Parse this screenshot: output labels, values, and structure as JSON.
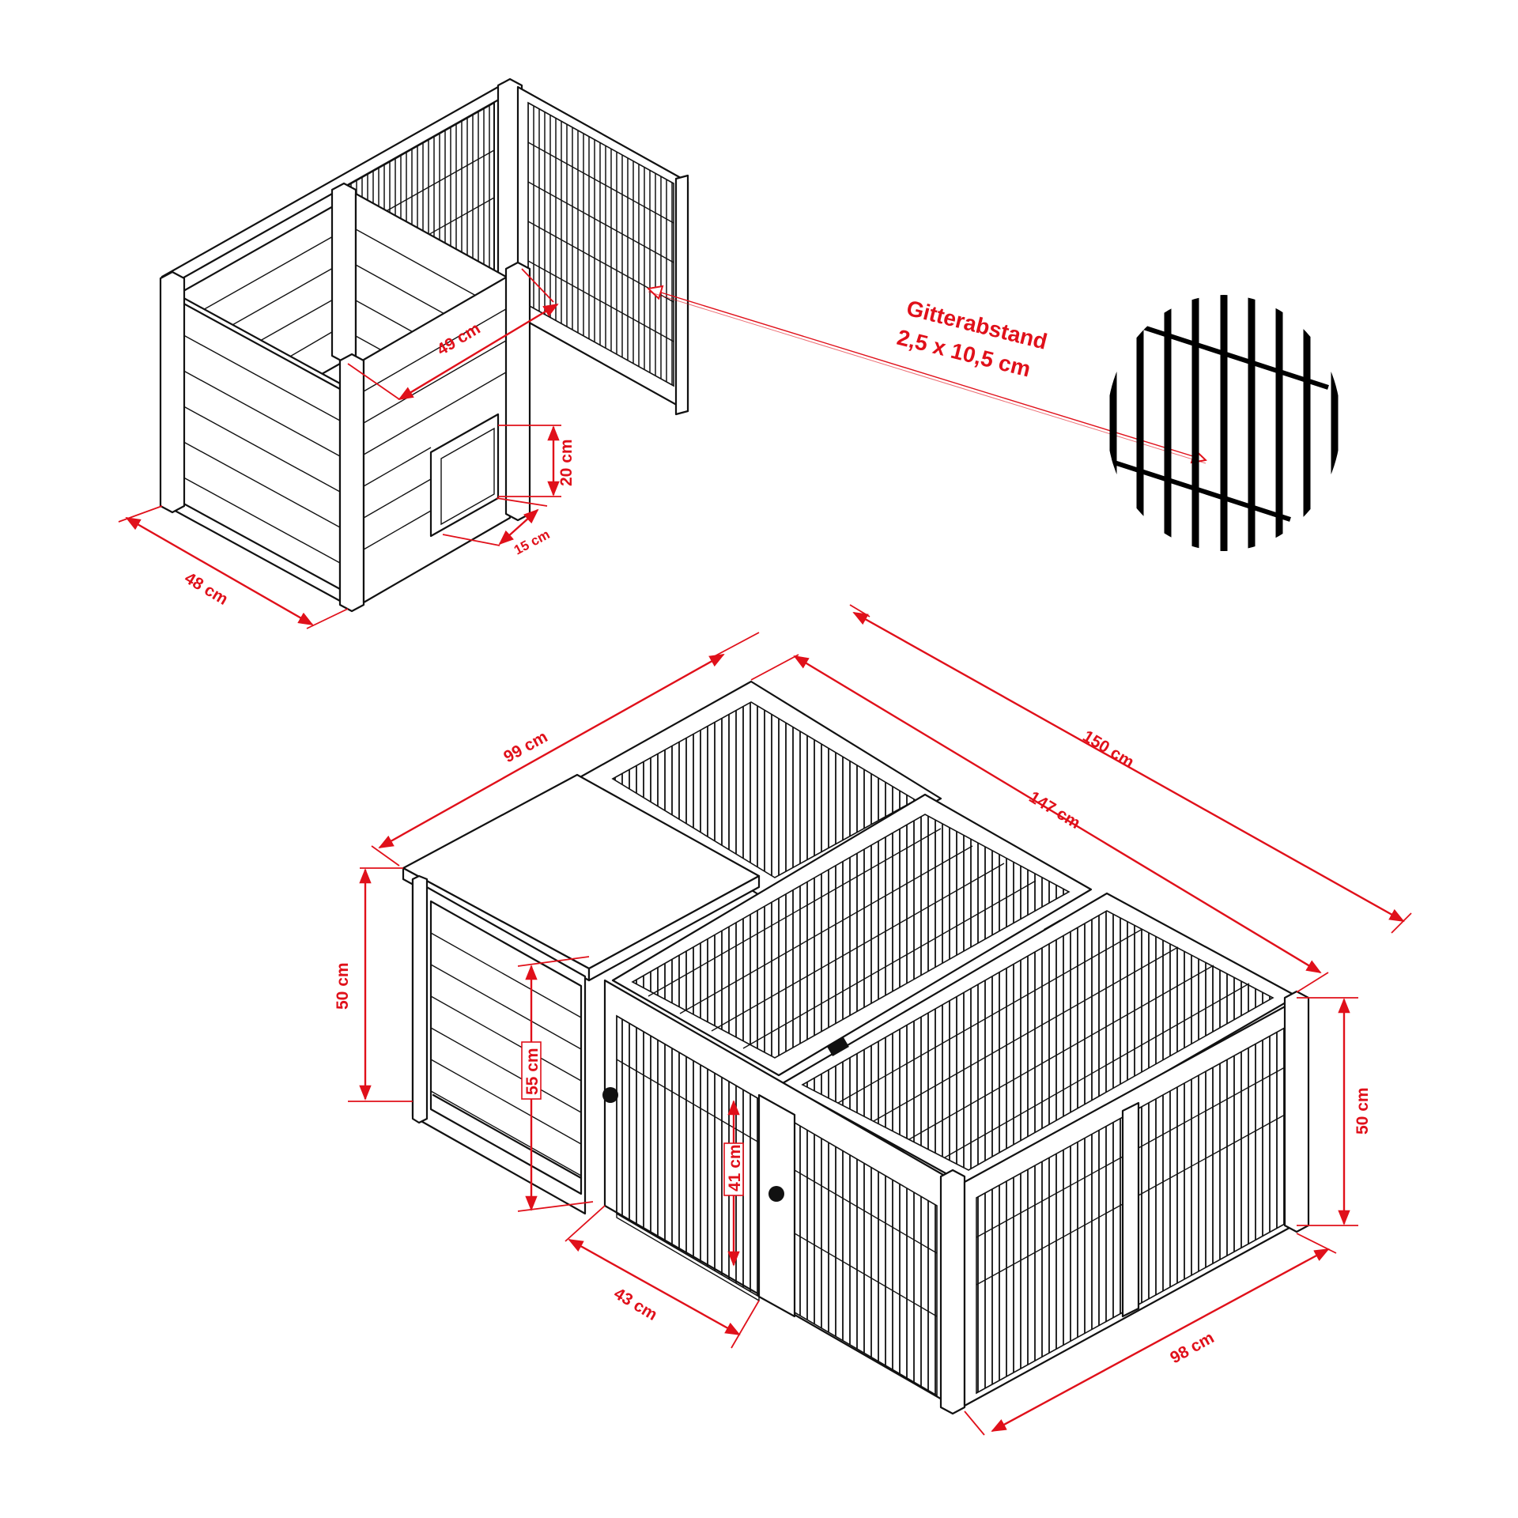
{
  "diagram": {
    "type": "product technical drawing (isometric)",
    "subject": "wooden rabbit hutch with run",
    "annotation_color": "#e0101a",
    "line_color": "#111111"
  },
  "callout": {
    "title": "Gitterabstand",
    "value": "2,5 x 10,5 cm"
  },
  "top_view": {
    "name": "hutch house module (exploded, roof removed)",
    "dimensions": {
      "depth": "48 cm",
      "inner_width": "49 cm",
      "door_height": "20 cm",
      "door_width": "15 cm"
    }
  },
  "bottom_view": {
    "name": "assembled hutch with run",
    "dimensions": {
      "house_width": "99 cm",
      "overall_length": "150 cm",
      "run_length": "147 cm",
      "house_height": "50 cm",
      "house_inner_height": "55 cm",
      "door_height": "41 cm",
      "door_width": "43 cm",
      "run_height": "50 cm",
      "depth": "98 cm"
    }
  }
}
